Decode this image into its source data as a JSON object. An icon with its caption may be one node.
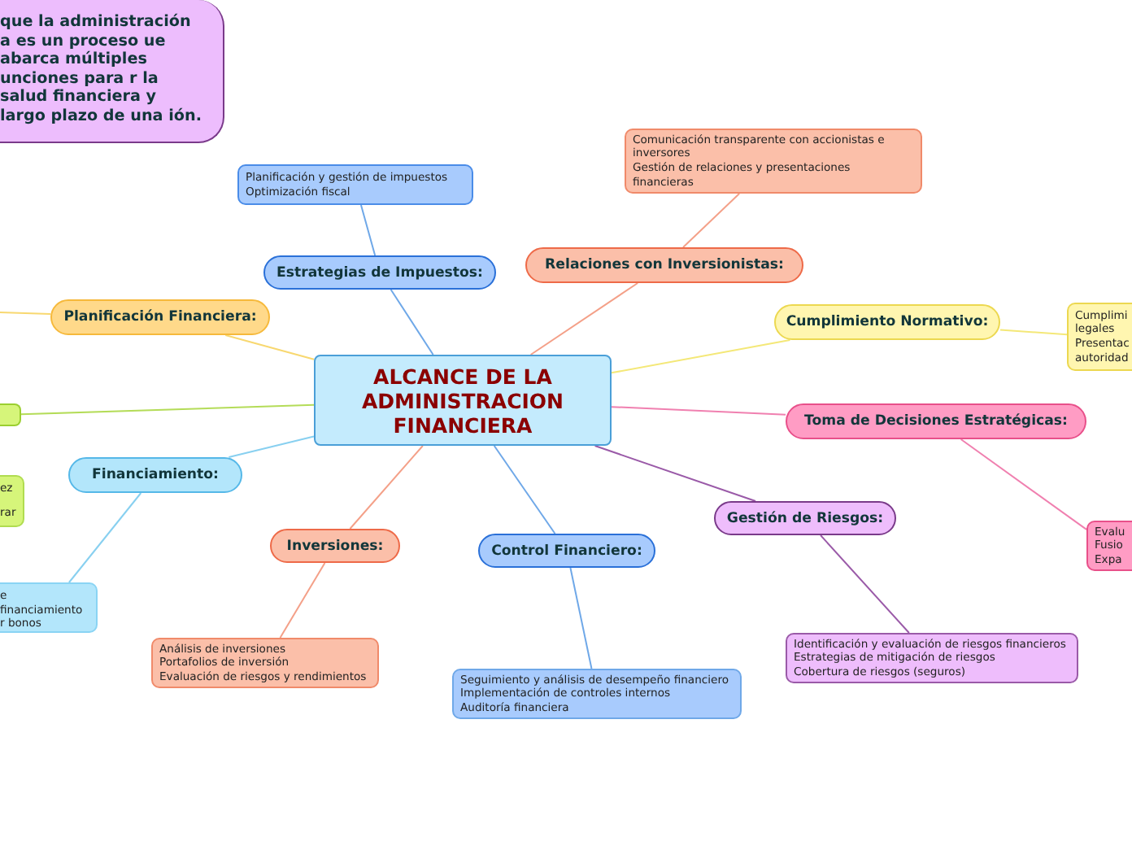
{
  "diagram": {
    "nodes": [
      {
        "text": [
          "ALCANCE DE LA ADMINISTRACION FINANCIERA"
        ]
      },
      {
        "text": [
          "que la administración a es un proceso ue abarca múltiples unciones para r la salud financiera y largo plazo de una ión."
        ]
      },
      {
        "text": [
          "Planificación y gestión de impuestos",
          "Optimización fiscal"
        ]
      },
      {
        "text": [
          "Comunicación transparente con accionistas e inversores",
          "Gestión de relaciones y presentaciones financieras"
        ]
      },
      {
        "text": [
          "Estrategias de Impuestos:"
        ]
      },
      {
        "text": [
          "Relaciones con Inversionistas:"
        ]
      },
      {
        "text": [
          "Planificación Financiera:"
        ]
      },
      {
        "text": [
          "Cumplimiento Normativo:"
        ]
      },
      {
        "text": [
          "Cumplimi",
          "legales",
          "Presentac",
          "autoridad"
        ]
      },
      {
        "text": [],
        "shape": "box"
      },
      {
        "text": [
          "Toma de Decisiones Estratégicas:"
        ]
      },
      {
        "text": [
          "ez",
          "rar"
        ]
      },
      {
        "text": [
          "Financiamiento:"
        ]
      },
      {
        "text": [
          "Gestión de Riesgos:"
        ]
      },
      {
        "text": [
          "Evalu",
          "Fusio",
          "Expa"
        ]
      },
      {
        "text": [
          "Inversiones:"
        ]
      },
      {
        "text": [
          "Control Financiero:"
        ]
      },
      {
        "text": [
          "e financiamiento",
          "r bonos"
        ]
      },
      {
        "text": [
          "Análisis de inversiones",
          "Portafolios de inversión",
          "Evaluación de riesgos y rendimientos"
        ]
      },
      {
        "text": [
          "Seguimiento y análisis de desempeño financiero",
          "Implementación de controles internos",
          "Auditoría financiera"
        ]
      },
      {
        "text": [
          "Identificación y evaluación de riesgos financieros",
          "Estrategias de mitigación de riesgos",
          "Cobertura de riesgos (seguros)"
        ]
      }
    ],
    "edges": [
      {
        "from": 0,
        "to": 4,
        "arrow": "none",
        "color": "#6fa8e8"
      },
      {
        "from": 0,
        "to": 5,
        "arrow": "none",
        "color": "#f4a088"
      },
      {
        "from": 0,
        "to": 6,
        "arrow": "none",
        "color": "#f8d870"
      },
      {
        "from": 0,
        "to": 7,
        "arrow": "none",
        "color": "#f4e878"
      },
      {
        "from": 0,
        "to": 9,
        "arrow": "none",
        "color": "#b4dc58"
      },
      {
        "from": 0,
        "to": 10,
        "arrow": "none",
        "color": "#f080b0"
      },
      {
        "from": 0,
        "to": 12,
        "arrow": "none",
        "color": "#88d0f0"
      },
      {
        "from": 0,
        "to": 13,
        "arrow": "none",
        "color": "#9a5aa8"
      },
      {
        "from": 0,
        "to": 15,
        "arrow": "none",
        "color": "#f4a088"
      },
      {
        "from": 0,
        "to": 16,
        "arrow": "none",
        "color": "#6fa8e8"
      },
      {
        "from": 4,
        "to": 2,
        "arrow": "none",
        "color": "#6fa8e8"
      },
      {
        "from": 5,
        "to": 3,
        "arrow": "none",
        "color": "#f4a088"
      },
      {
        "from": 6,
        "to": null,
        "arrow": "none",
        "color": "#f8d870"
      },
      {
        "from": 7,
        "to": 8,
        "arrow": "none",
        "color": "#f4e878"
      },
      {
        "from": 10,
        "to": 14,
        "arrow": "none",
        "color": "#f080b0"
      },
      {
        "from": 12,
        "to": 17,
        "arrow": "none",
        "color": "#88d0f0"
      },
      {
        "from": 13,
        "to": 20,
        "arrow": "none",
        "color": "#9a5aa8"
      },
      {
        "from": 15,
        "to": 18,
        "arrow": "none",
        "color": "#f4a088"
      },
      {
        "from": 16,
        "to": 19,
        "arrow": "none",
        "color": "#6fa8e8"
      }
    ]
  }
}
